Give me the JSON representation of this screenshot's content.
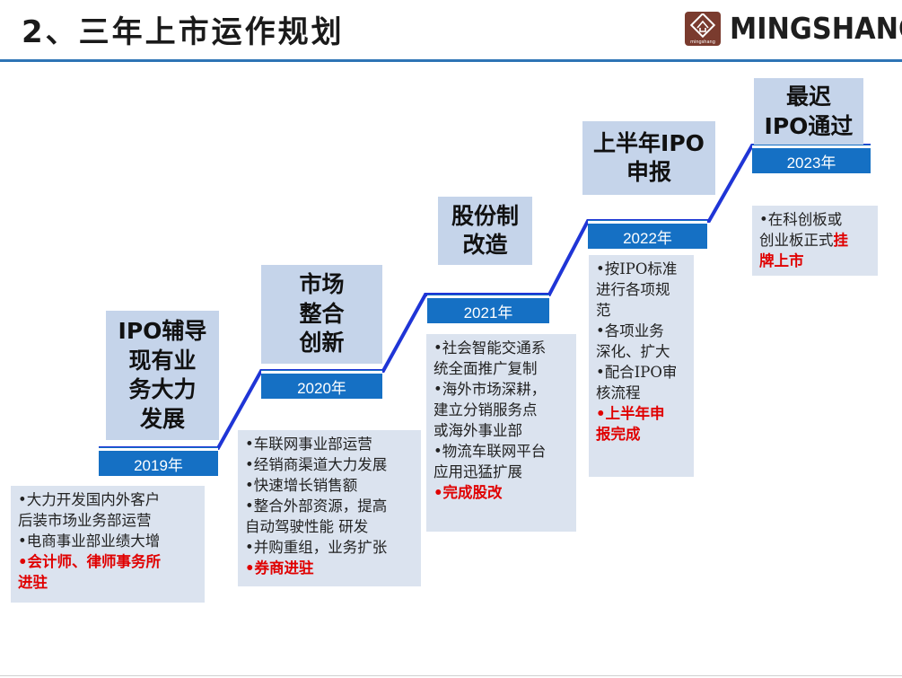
{
  "header": {
    "title": "2、三年上市运作规划",
    "logo_text": "MINGSHANG",
    "logo_subtext": "mingshang",
    "accent_color": "#2e74b5"
  },
  "stages": [
    {
      "title_lines": [
        "IPO辅导",
        "现有业",
        "务大力",
        "发展"
      ],
      "year": "2019年",
      "desc": [
        {
          "text": "•大力开发国内外客户",
          "red": false
        },
        {
          "text": "后装市场业务部运营",
          "red": false
        },
        {
          "text": "•电商事业部业绩大增",
          "red": false
        },
        {
          "text": "•会计师、律师事务所",
          "red": true
        },
        {
          "text": "进驻",
          "red": true
        }
      ]
    },
    {
      "title_lines": [
        "市场",
        "整合",
        "创新"
      ],
      "year": "2020年",
      "desc": [
        {
          "text": "•车联网事业部运营",
          "red": false
        },
        {
          "text": "•经销商渠道大力发展",
          "red": false
        },
        {
          "text": "•快速增长销售额",
          "red": false
        },
        {
          "text": "•整合外部资源，提高",
          "red": false
        },
        {
          "text": "自动驾驶性能 研发",
          "red": false
        },
        {
          "text": "•并购重组，业务扩张",
          "red": false
        },
        {
          "text": "•券商进驻",
          "red": true
        }
      ]
    },
    {
      "title_lines": [
        "股份制",
        "改造"
      ],
      "year": "2021年",
      "desc": [
        {
          "text": "•社会智能交通系",
          "red": false
        },
        {
          "text": "统全面推广复制",
          "red": false
        },
        {
          "text": "•海外市场深耕，",
          "red": false
        },
        {
          "text": "建立分销服务点",
          "red": false
        },
        {
          "text": "或海外事业部",
          "red": false
        },
        {
          "text": "•物流车联网平台",
          "red": false
        },
        {
          "text": "应用迅猛扩展",
          "red": false
        },
        {
          "text": "•完成股改",
          "red": true
        }
      ]
    },
    {
      "title_lines": [
        "上半年IPO",
        "申报"
      ],
      "year": "2022年",
      "desc": [
        {
          "text": "•按IPO标准",
          "red": false
        },
        {
          "text": "进行各项规",
          "red": false
        },
        {
          "text": "范",
          "red": false
        },
        {
          "text": "•各项业务",
          "red": false
        },
        {
          "text": "深化、扩大",
          "red": false
        },
        {
          "text": "•配合IPO审",
          "red": false
        },
        {
          "text": "核流程",
          "red": false
        },
        {
          "text": "•上半年申",
          "red": true
        },
        {
          "text": "报完成",
          "red": true
        }
      ]
    },
    {
      "title_lines": [
        "最迟",
        "IPO通过"
      ],
      "year": "2023年",
      "desc_segments": [
        {
          "text": "•在科创板或",
          "red": false,
          "newline": false
        },
        {
          "text": "创业板正式",
          "red": false,
          "newline": true
        },
        {
          "text": "挂",
          "red": true,
          "newline": false
        },
        {
          "text": "牌上市",
          "red": true,
          "newline": true
        }
      ]
    }
  ]
}
